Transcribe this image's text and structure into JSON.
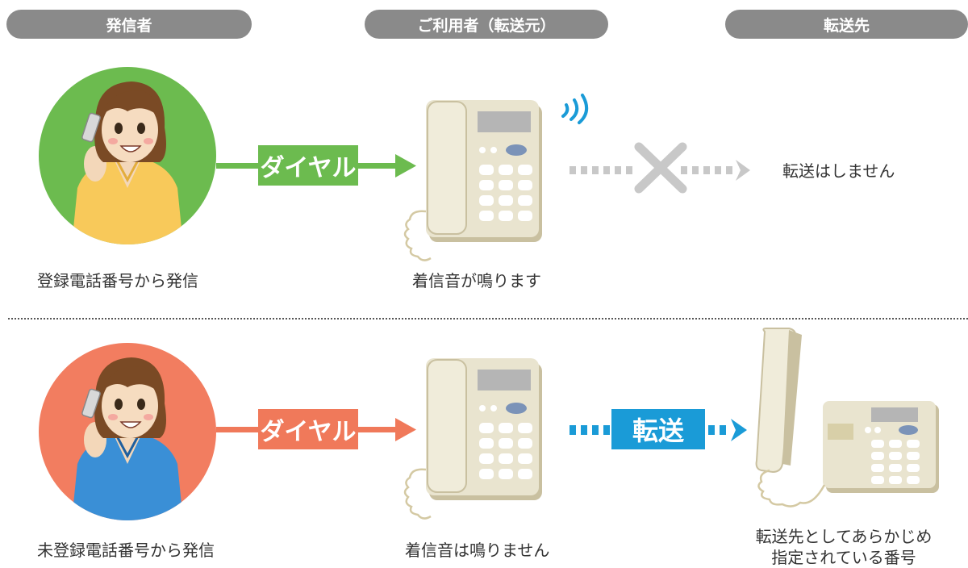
{
  "headers": {
    "caller": "発信者",
    "user": "ご利用者（転送元）",
    "destination": "転送先"
  },
  "scenario_registered": {
    "caller_caption": "登録電話番号から発信",
    "dial_label": "ダイヤル",
    "phone_caption": "着信音が鳴ります",
    "result_caption": "転送はしません",
    "avatar_bg": "#6cbb4f",
    "shirt_color": "#f8c95a",
    "dial_color": "#6cbb4f"
  },
  "scenario_unregistered": {
    "caller_caption": "未登録電話番号から発信",
    "dial_label": "ダイヤル",
    "phone_caption": "着信音は鳴りません",
    "forward_label": "転送",
    "dest_caption_line1": "転送先としてあらかじめ",
    "dest_caption_line2": "指定されている番号",
    "avatar_bg": "#f27d60",
    "shirt_color": "#3a8fd6",
    "dial_color": "#f0795a",
    "forward_color": "#1a9bd7"
  },
  "colors": {
    "header_bg": "#8a8a8a",
    "phone_body": "#e9e4cf",
    "phone_shadow": "#c9c0a0",
    "phone_screen": "#b5b5b5",
    "ring_waves": "#1a9bd7",
    "blocked_arrow": "#c8c8c8"
  },
  "icons": {
    "ringing": "sound-waves-icon",
    "blocked": "cross-icon"
  }
}
